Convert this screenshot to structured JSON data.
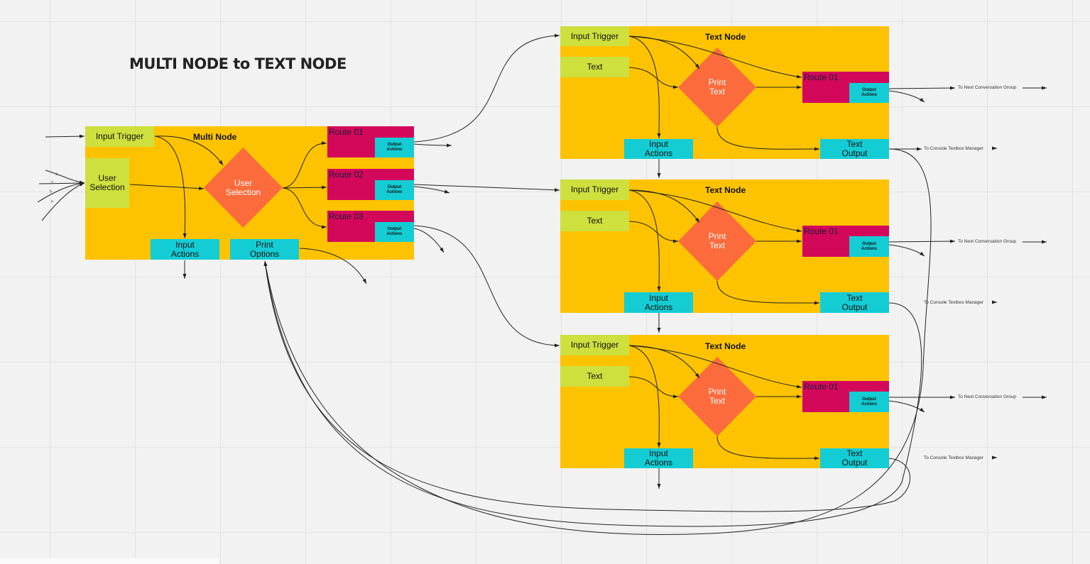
{
  "title": "MULTI NODE to TEXT NODE",
  "multi_node": {
    "title": "Multi Node",
    "input_trigger": "Input Trigger",
    "user_selection": "User\nSelection",
    "decision": "User\nSelection",
    "routes": [
      "Route 01",
      "Route 02",
      "Route 03"
    ],
    "output_actions": "Output\nActions",
    "input_actions": "Input\nActions",
    "print_options": "Print\nOptions",
    "selection_numbers": [
      "1.",
      "2.",
      "3.",
      "4."
    ]
  },
  "text_nodes": [
    {
      "title": "Text Node",
      "input_trigger": "Input Trigger",
      "text": "Text",
      "decision": "Print\nText",
      "route": "Route 01",
      "output_actions": "Output\nActions",
      "input_actions": "Input\nActions",
      "text_output": "Text\nOutput",
      "next_label": "To Next Conversation Group",
      "console_label": "To Console Textbox Manager"
    },
    {
      "title": "Text Node",
      "input_trigger": "Input Trigger",
      "text": "Text",
      "decision": "Print\nText",
      "route": "Route 01",
      "output_actions": "Output\nActions",
      "input_actions": "Input\nActions",
      "text_output": "Text\nOutput",
      "next_label": "To Next Conversation Group",
      "console_label": "To Console Textbox Manager"
    },
    {
      "title": "Text Node",
      "input_trigger": "Input Trigger",
      "text": "Text",
      "decision": "Print\nText",
      "route": "Route 01",
      "output_actions": "Output\nActions",
      "input_actions": "Input\nActions",
      "text_output": "Text\nOutput",
      "next_label": "To Next Conversation Group",
      "console_label": "To Console Textbox Manager"
    }
  ],
  "colors": {
    "node_fill": "#fec300",
    "green": "#cde03e",
    "cyan": "#14cdd4",
    "route": "#d4085b",
    "diamond": "#fb6b3c",
    "wire": "#222222"
  }
}
